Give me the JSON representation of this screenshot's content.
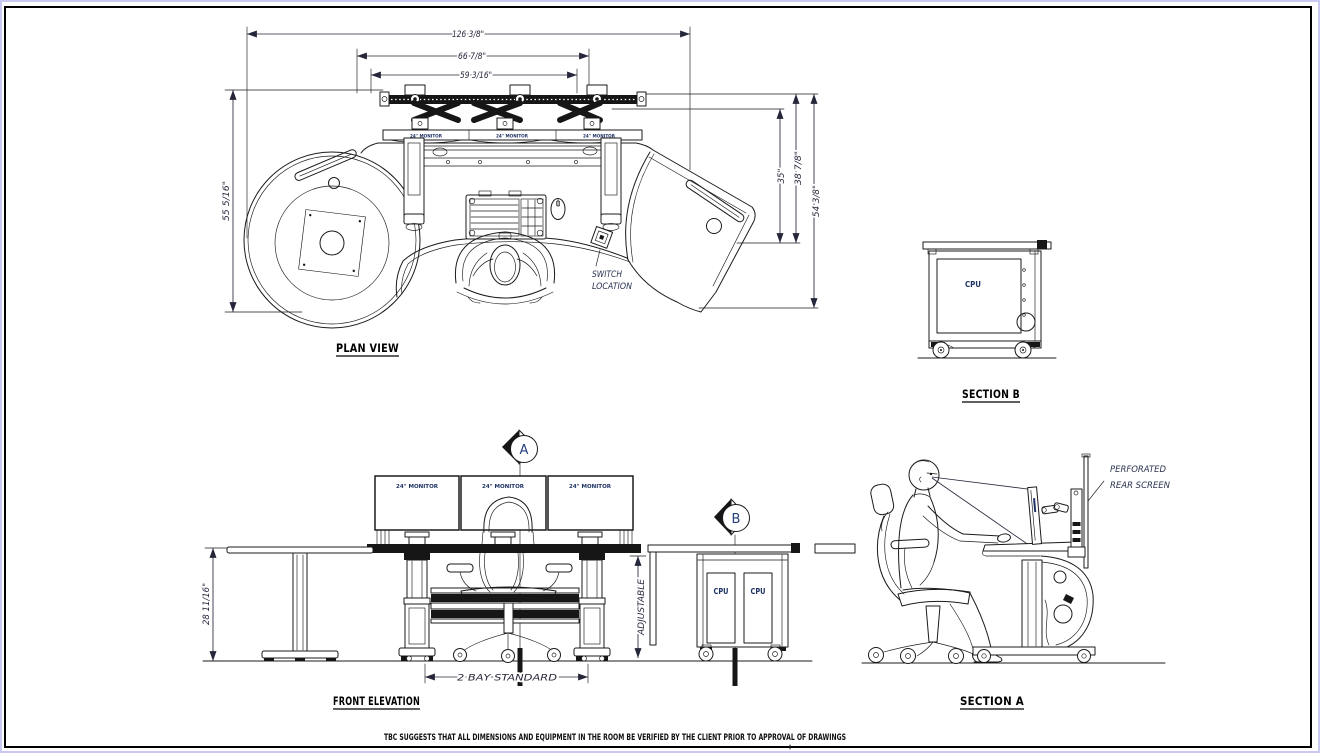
{
  "drawing": {
    "titles": {
      "plan_view": "PLAN VIEW",
      "front_elevation": "FRONT ELEVATION",
      "section_a": "SECTION A",
      "section_b": "SECTION B"
    },
    "plan_view": {
      "dim_overall_width": "126 3/8\"",
      "dim_surface_width": "66 7/8\"",
      "dim_monitor_span": "59 3/16\"",
      "dim_left_depth": "55 5/16\"",
      "dim_return_a": "35\"",
      "dim_return_b": "38 7/8\"",
      "dim_return_depth": "54 3/8\"",
      "monitor_label": "24\" MONITOR",
      "switch_label_line1": "SWITCH",
      "switch_label_line2": "LOCATION"
    },
    "front_elevation": {
      "dim_table_height": "28 11/16\"",
      "dim_bay": "2 BAY STANDARD",
      "dim_adjustable": "ADJUSTABLE",
      "monitor_labels": [
        "24\" MONITOR",
        "24\" MONITOR",
        "24\" MONITOR"
      ],
      "cpu_labels": [
        "CPU",
        "CPU"
      ],
      "marker_a": "A",
      "marker_b": "B"
    },
    "section_b": {
      "cpu_label": "CPU"
    },
    "section_a": {
      "rear_screen_line1": "PERFORATED",
      "rear_screen_line2": "REAR SCREEN"
    },
    "footer_note": "TBC SUGGESTS THAT ALL DIMENSIONS AND EQUIPMENT IN THE ROOM BE VERIFIED BY THE CLIENT PRIOR TO APPROVAL OF DRAWINGS",
    "colors": {
      "frame": "#c9c9f2",
      "line_ink": "#1b1b1b",
      "annotation_ink": "#26263a",
      "label_navy": "#1e3264"
    }
  }
}
